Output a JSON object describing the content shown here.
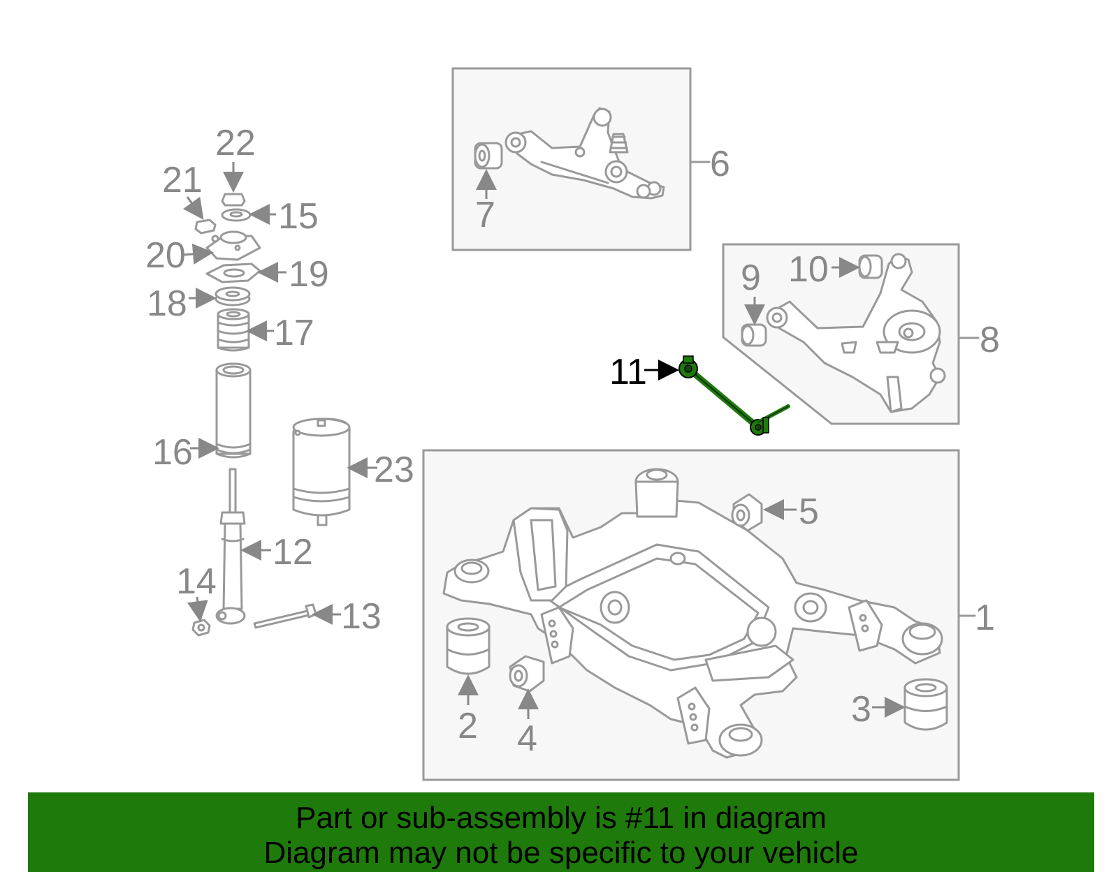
{
  "callouts": {
    "c1": "1",
    "c2": "2",
    "c3": "3",
    "c4": "4",
    "c5": "5",
    "c6": "6",
    "c7": "7",
    "c8": "8",
    "c9": "9",
    "c10": "10",
    "c11": "11",
    "c12": "12",
    "c13": "13",
    "c14": "14",
    "c15": "15",
    "c16": "16",
    "c17": "17",
    "c18": "18",
    "c19": "19",
    "c20": "20",
    "c21": "21",
    "c22": "22",
    "c23": "23"
  },
  "highlight": {
    "part": "11",
    "color": "#1f7a0c"
  },
  "banner": {
    "line1": "Part or sub-assembly is #11 in diagram",
    "line2": "Diagram may not be specific to your vehicle",
    "background": "#1f7a0c"
  }
}
